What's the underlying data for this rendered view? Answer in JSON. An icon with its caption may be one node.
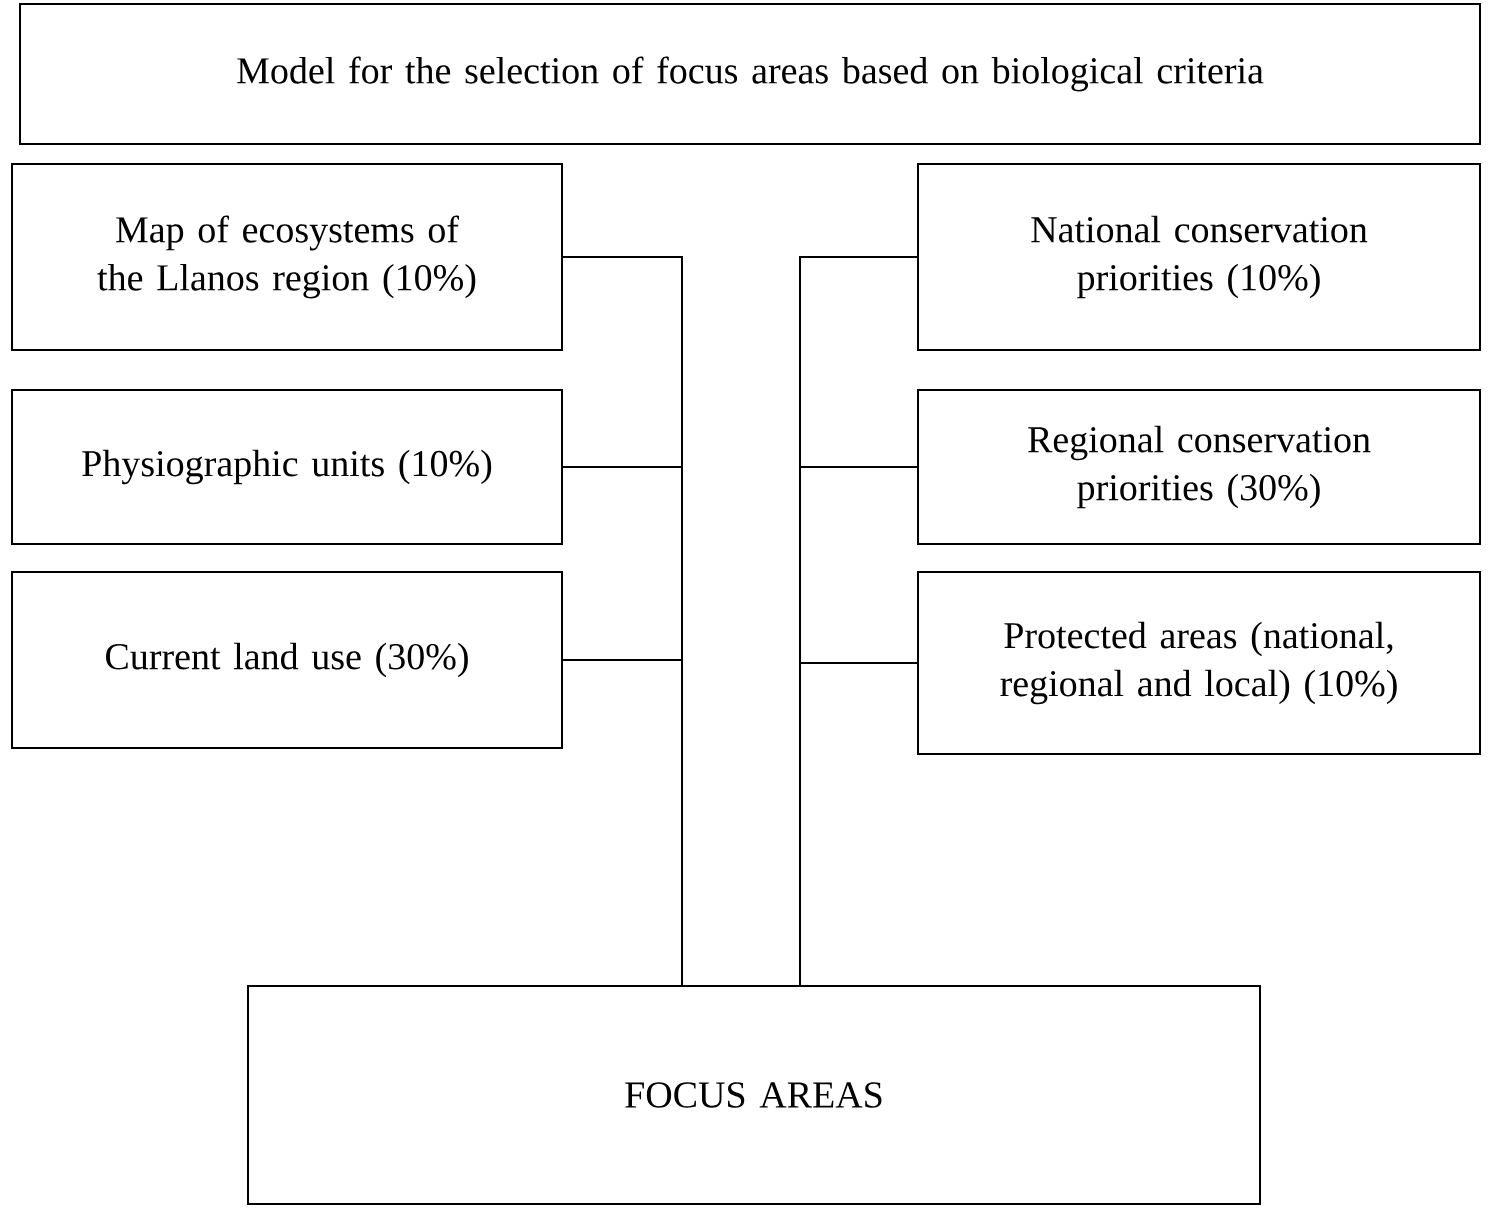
{
  "diagram": {
    "nodes": [
      {
        "text": [
          "Model for the selection of focus areas based on biological criteria"
        ]
      },
      {
        "text": [
          "Map of ecosystems of the Llanos region (10%)"
        ]
      },
      {
        "text": [
          "Physiographic units (10%)"
        ]
      },
      {
        "text": [
          "Current land use (30%)"
        ]
      },
      {
        "text": [
          "National conservation priorities (10%)"
        ]
      },
      {
        "text": [
          "Regional conservation priorities (30%)"
        ]
      },
      {
        "text": [
          "Protected areas (national, regional and local) (10%)"
        ]
      },
      {
        "text": [
          "FOCUS AREAS"
        ]
      }
    ],
    "edges": [
      {
        "from": 1,
        "to": 7,
        "arrow": "none"
      },
      {
        "from": 2,
        "to": 7,
        "arrow": "none"
      },
      {
        "from": 3,
        "to": 7,
        "arrow": "none"
      },
      {
        "from": 4,
        "to": 7,
        "arrow": "none"
      },
      {
        "from": 5,
        "to": 7,
        "arrow": "none"
      },
      {
        "from": 6,
        "to": 7,
        "arrow": "none"
      }
    ]
  }
}
